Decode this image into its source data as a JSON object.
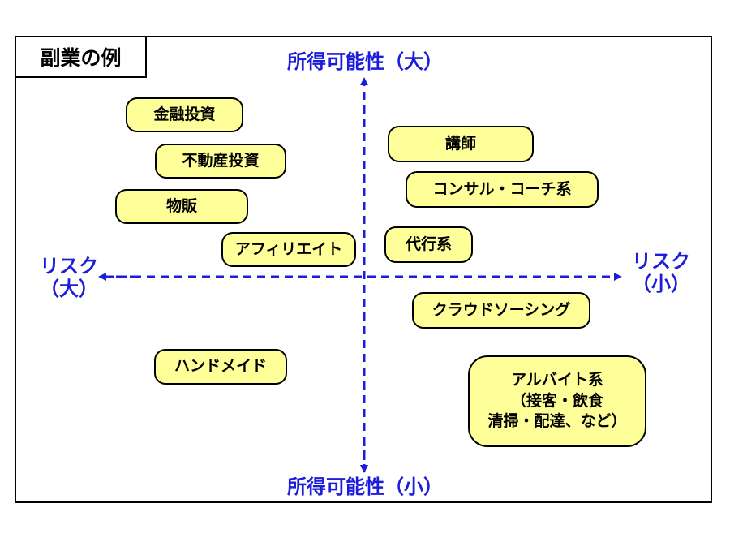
{
  "title": "副業の例",
  "axes": {
    "top": "所得可能性（大）",
    "bottom": "所得可能性（小）",
    "left_line1": "リスク",
    "left_line2": "（大）",
    "right_line1": "リスク",
    "right_line2": "（小）"
  },
  "colors": {
    "axis": "#1c1cdc",
    "node_fill": "#ffff99",
    "node_border": "#000000"
  },
  "nodes": [
    {
      "label": "金融投資"
    },
    {
      "label": "不動産投資"
    },
    {
      "label": "物販"
    },
    {
      "label": "アフィリエイト"
    },
    {
      "label": "講師"
    },
    {
      "label": "コンサル・コーチ系"
    },
    {
      "label": "代行系"
    },
    {
      "label": "クラウドソーシング"
    },
    {
      "label": "ハンドメイド"
    },
    {
      "label": "アルバイト系\n（接客・飲食\n清掃・配達、など）"
    }
  ]
}
